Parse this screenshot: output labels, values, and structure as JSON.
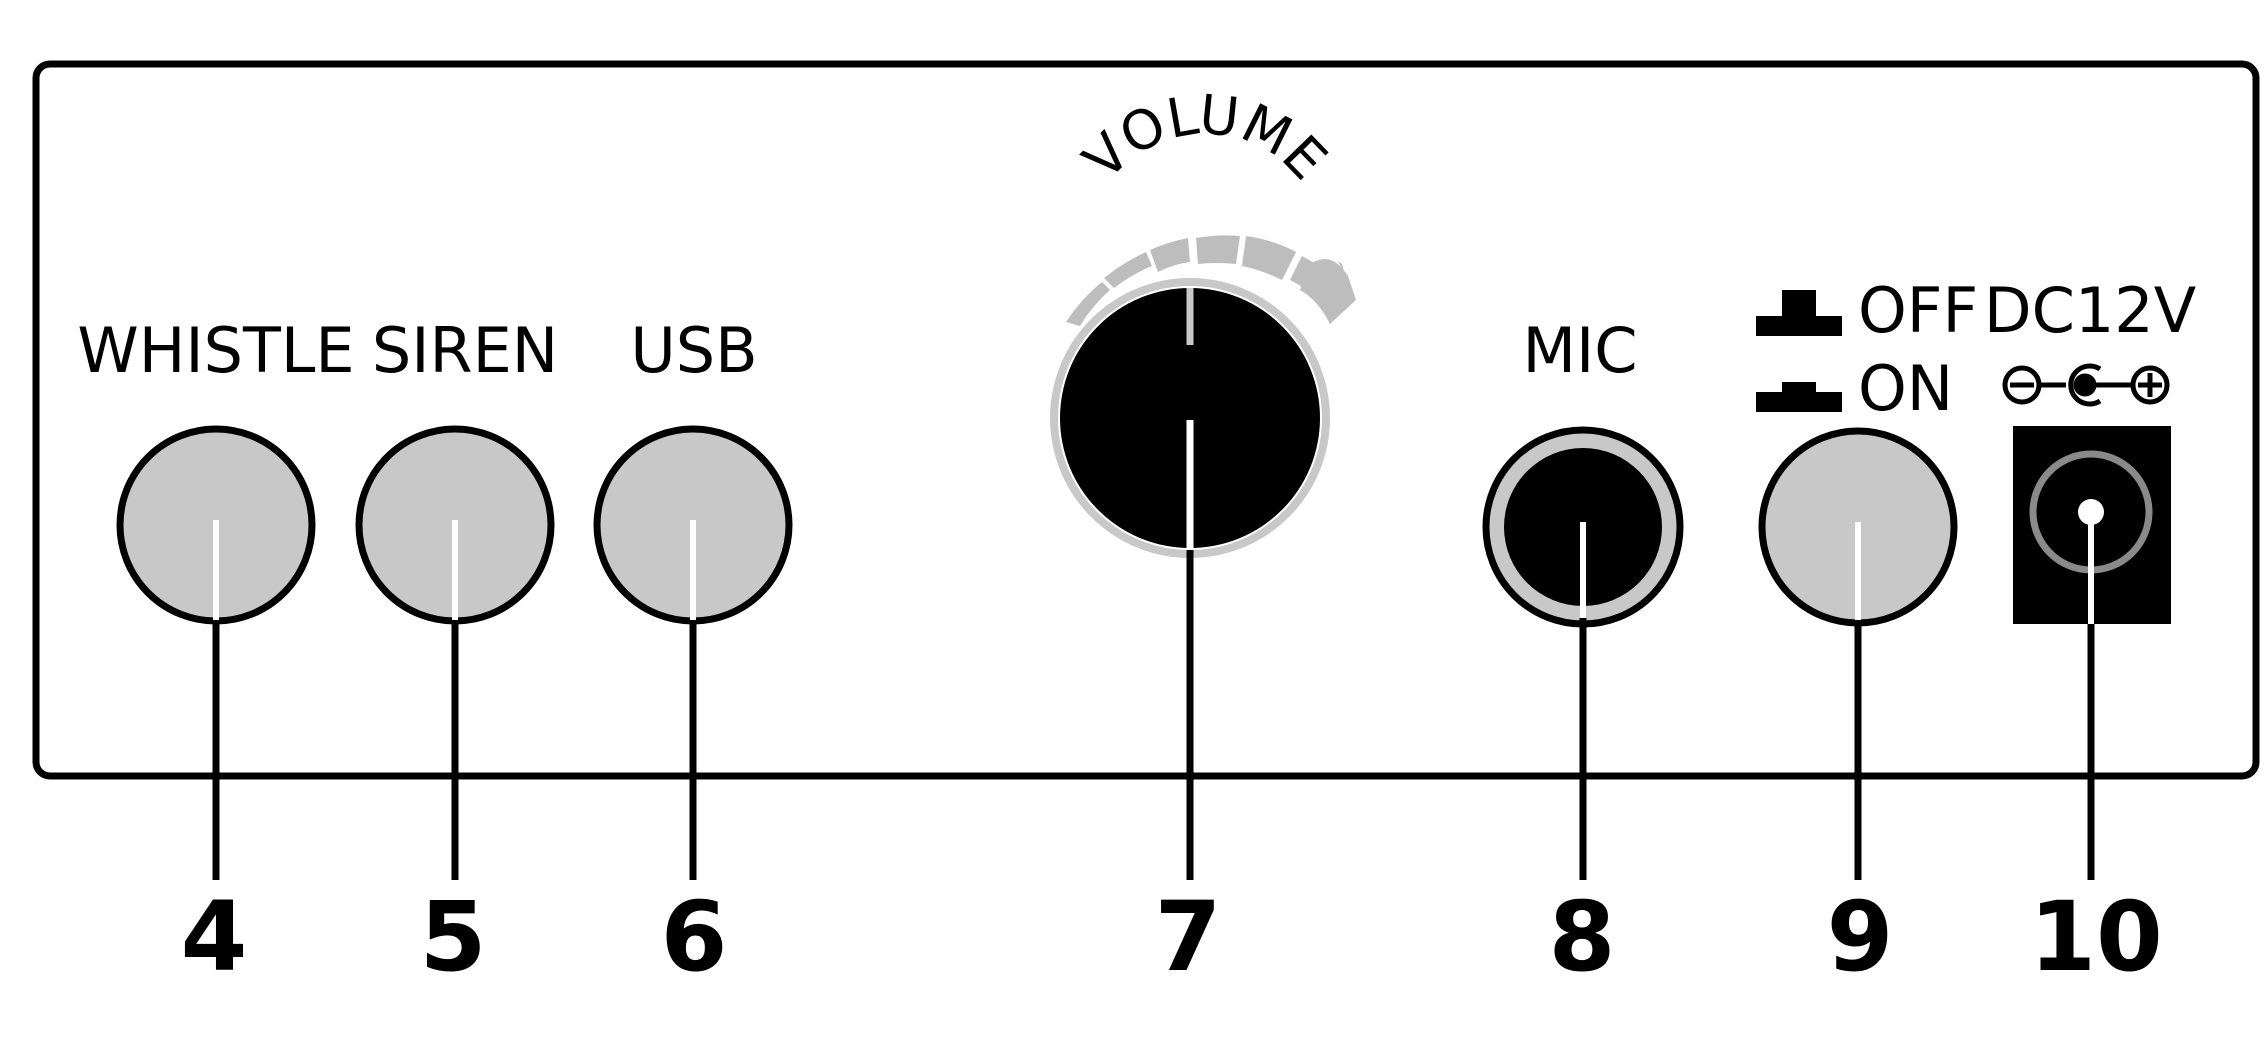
{
  "panel": {
    "labels": {
      "whistle": "WHISTLE",
      "siren": "SIREN",
      "usb": "USB",
      "volume": "VOLUME",
      "mic": "MIC",
      "off": "OFF",
      "on": "ON",
      "dc": "DC12V"
    }
  },
  "callouts": [
    "4",
    "5",
    "6",
    "7",
    "8",
    "9",
    "10"
  ],
  "icons": {
    "switch_off": "push-button-released-icon",
    "switch_on": "push-button-pressed-icon",
    "polarity": "dc-polarity-icon"
  },
  "colors": {
    "outline": "#000000",
    "button_fill": "#c8c8c8",
    "knob_fill": "#000000",
    "scale_fill": "#bdbdbd"
  }
}
